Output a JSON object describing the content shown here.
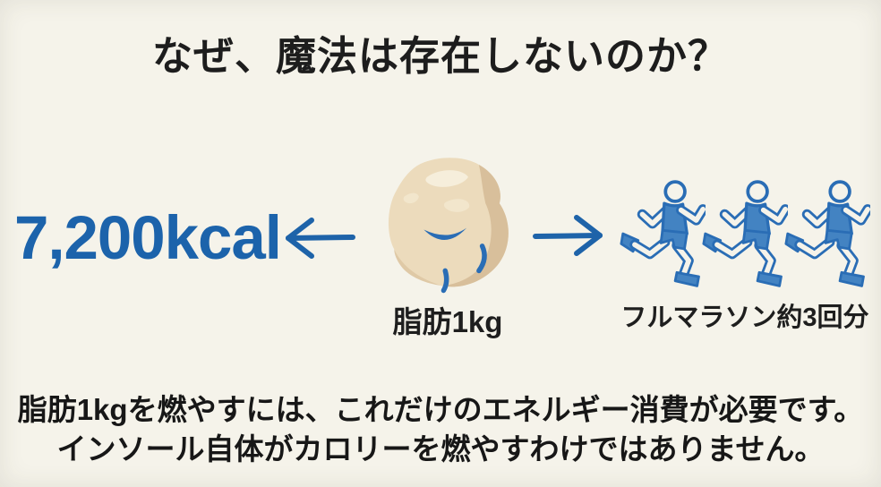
{
  "page": {
    "title": "なぜ、魔法は存在しないのか？"
  },
  "comparison": {
    "kcal_value": "7,200kcal",
    "fat_caption": "脂肪1kg",
    "marathon_caption": "フルマラソン約3回分",
    "runner_count": 3
  },
  "footer": {
    "line1": "脂肪1kgを燃やすには、これだけのエネルギー消費が必要です。",
    "line2": "インソール自体がカロリーを燃やすわけではありません。"
  },
  "icons": {
    "left_arrow": "left-arrow-icon",
    "right_arrow": "right-arrow-icon",
    "fat_block": "fat-block-illustration",
    "runner": "runner-icon"
  },
  "colors": {
    "background": "#f5f3ea",
    "text_dark": "#1d1d1d",
    "accent_blue": "#1c63ab",
    "runner_fill_blue": "#4383c2",
    "runner_stroke_blue": "#2a6db5",
    "fat_base": "#ecdbbc",
    "fat_shade": "#d8bf9b",
    "fat_highlight": "#f6eedb"
  }
}
